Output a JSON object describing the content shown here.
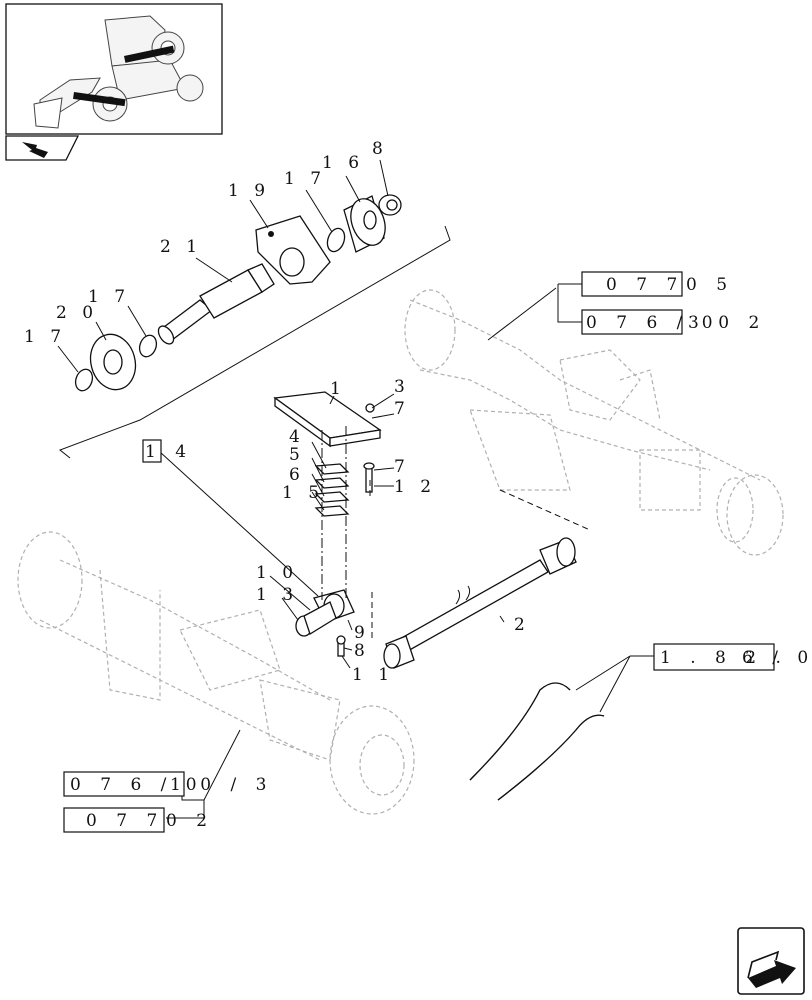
{
  "callouts": {
    "c1": "1",
    "c2": "2",
    "c3": "3",
    "c4": "4",
    "c5": "5",
    "c6": "6",
    "c7a": "7",
    "c7b": "7",
    "c8a": "8",
    "c8b": "8",
    "c9": "9",
    "c10": "1 0",
    "c11": "1 1",
    "c12": "1 2",
    "c13": "1 3",
    "c15": "1 5",
    "c16": "1 6",
    "c17a": "1 7",
    "c17b": "1 7",
    "c17c": "1 7",
    "c19": "1 9",
    "c20": "2 0",
    "c21": "2 1"
  },
  "references": {
    "ref_box_14": "1 4",
    "ref_07705_box": "0 7 7",
    "ref_07705_suffix": "0 5",
    "ref_07603_box": "0 7 6 / 0",
    "ref_07603_suffix": "3   0 2",
    "ref_182_box": "1 . 8 2 .",
    "ref_182_suffix": "6 / 0",
    "ref_07601_box": "0 7 6 / 0",
    "ref_07601_suffix": "1   0 / 3",
    "ref_07702_box": "0 7 7",
    "ref_07702_suffix": "0 2"
  },
  "icons": {
    "thumbnail": "loader-machine-thumbnail",
    "nav_back": "back-arrow-icon",
    "nav_next": "next-page-arrow-icon"
  }
}
